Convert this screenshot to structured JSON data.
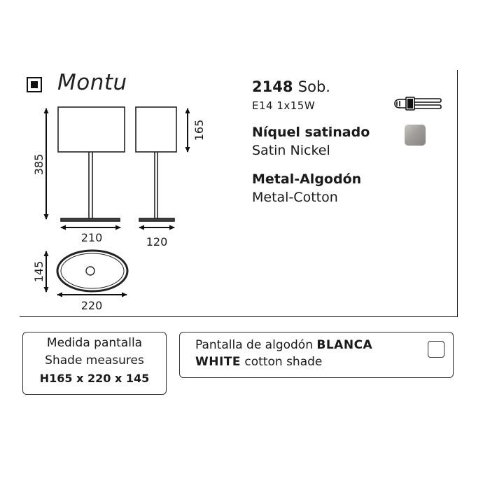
{
  "product": {
    "model_name": "Montu",
    "ref_number": "2148",
    "ref_suffix": "Sob.",
    "spec": "E14 1x15W",
    "finish_es": "Níquel satinado",
    "finish_en": "Satin Nickel",
    "material_es": "Metal-Algodón",
    "material_en": "Metal-Cotton"
  },
  "dimensions": {
    "height": "385",
    "shade_height": "165",
    "base_width": "210",
    "side_width": "120",
    "oval_depth": "145",
    "oval_width": "220"
  },
  "shade_box": {
    "line1": "Medida pantalla",
    "line2": "Shade measures",
    "line3": "H165 x 220 x 145"
  },
  "shade_option": {
    "line1_text": "Pantalla de algodón ",
    "line1_bold": "BLANCA",
    "line2_bold": "WHITE",
    "line2_text": " cotton shade"
  },
  "colors": {
    "swatch": "#a09d9a",
    "line": "#222222"
  }
}
